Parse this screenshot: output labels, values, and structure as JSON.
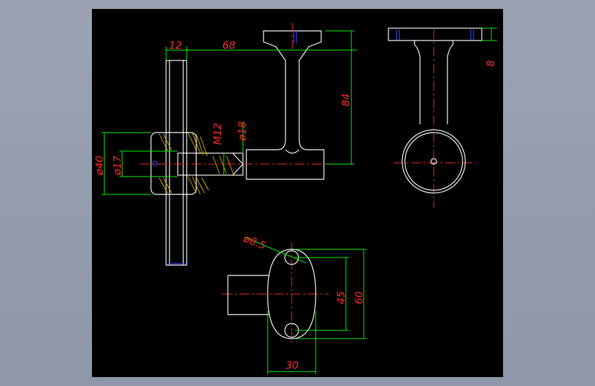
{
  "colors": {
    "background": "#8e97a8",
    "viewport": "#000000",
    "geometry": "#ffffff",
    "dimension_line": "#00ff00",
    "dimension_text": "#ff2a2a",
    "centerline": "#ff2a2a",
    "hatch": "#ffd700",
    "hidden": "#3344ff"
  },
  "dimensions": {
    "tube_width": "12",
    "offset_length": "68",
    "total_height": "84",
    "flange_thickness": "8",
    "thread": "M12",
    "shaft_dia": "ø18",
    "outer_dia": "ø40",
    "inner_dia": "ø17",
    "hole_dia": "ø8.5",
    "hole_spacing": "45",
    "flange_length": "60",
    "flange_width": "30"
  }
}
